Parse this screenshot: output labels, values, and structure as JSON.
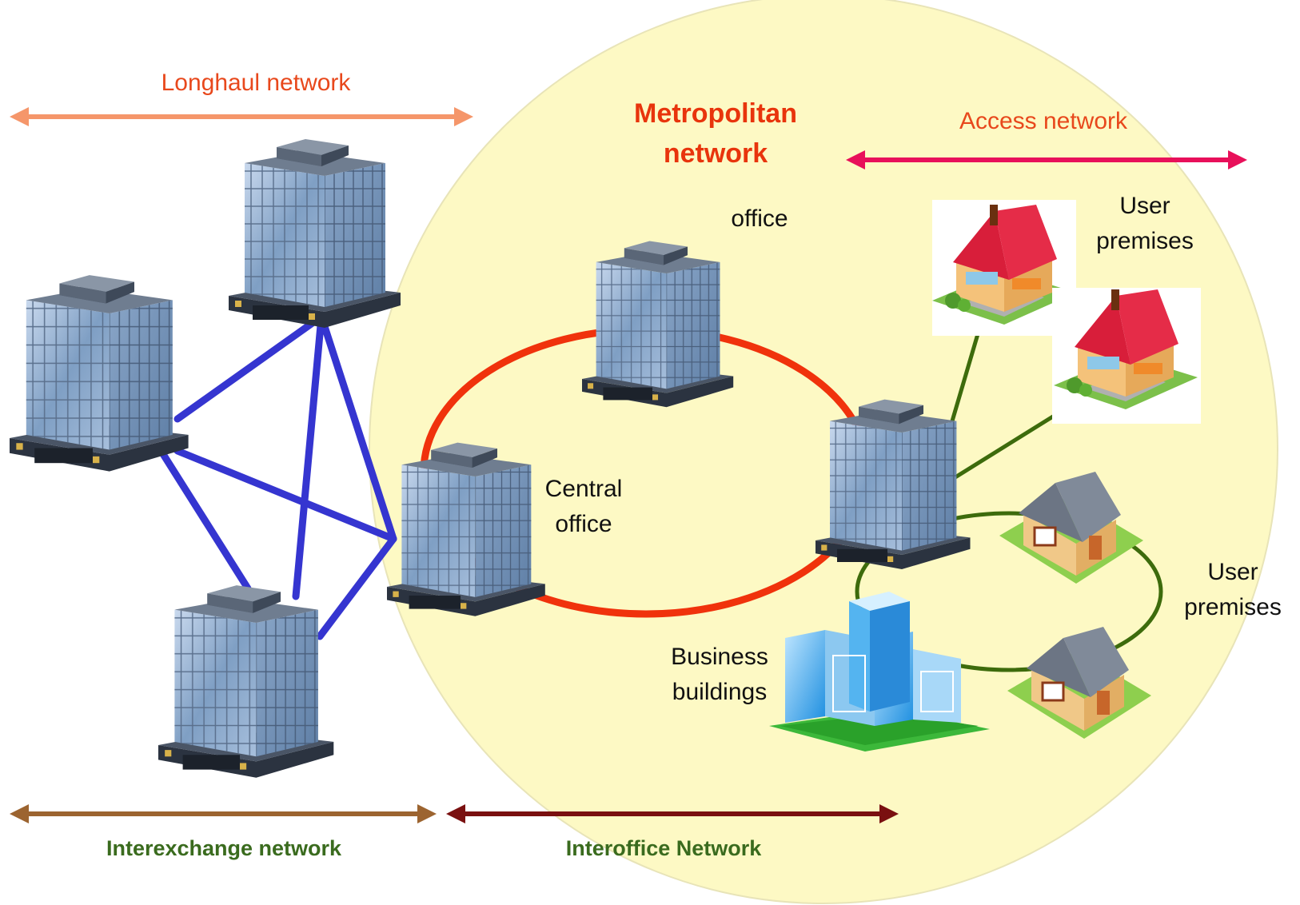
{
  "labels": {
    "longhaul": "Longhaul network",
    "metro_line1": "Metropolitan",
    "metro_line2": "network",
    "access": "Access network",
    "office": "office",
    "user_premises_top_1": "User",
    "user_premises_top_2": "premises",
    "central_1": "Central",
    "central_2": "office",
    "user_premises_right_1": "User",
    "user_premises_right_2": "premises",
    "business_1": "Business",
    "business_2": "buildings",
    "interexchange": "Interexchange network",
    "interoffice": "Interoffice Network"
  },
  "colors": {
    "metro_fill": "#fdf9c4",
    "longhaul_arrow": "#f5966a",
    "access_arrow": "#e8105a",
    "interexchange_arrow": "#9c6430",
    "interoffice_arrow": "#7a1010",
    "mesh_link": "#3535d0",
    "ring_link": "#f0320c",
    "access_link": "#3d6b0c"
  },
  "icons": {
    "office_building": "office-building-icon",
    "house": "house-icon",
    "business_building": "business-building-icon"
  }
}
